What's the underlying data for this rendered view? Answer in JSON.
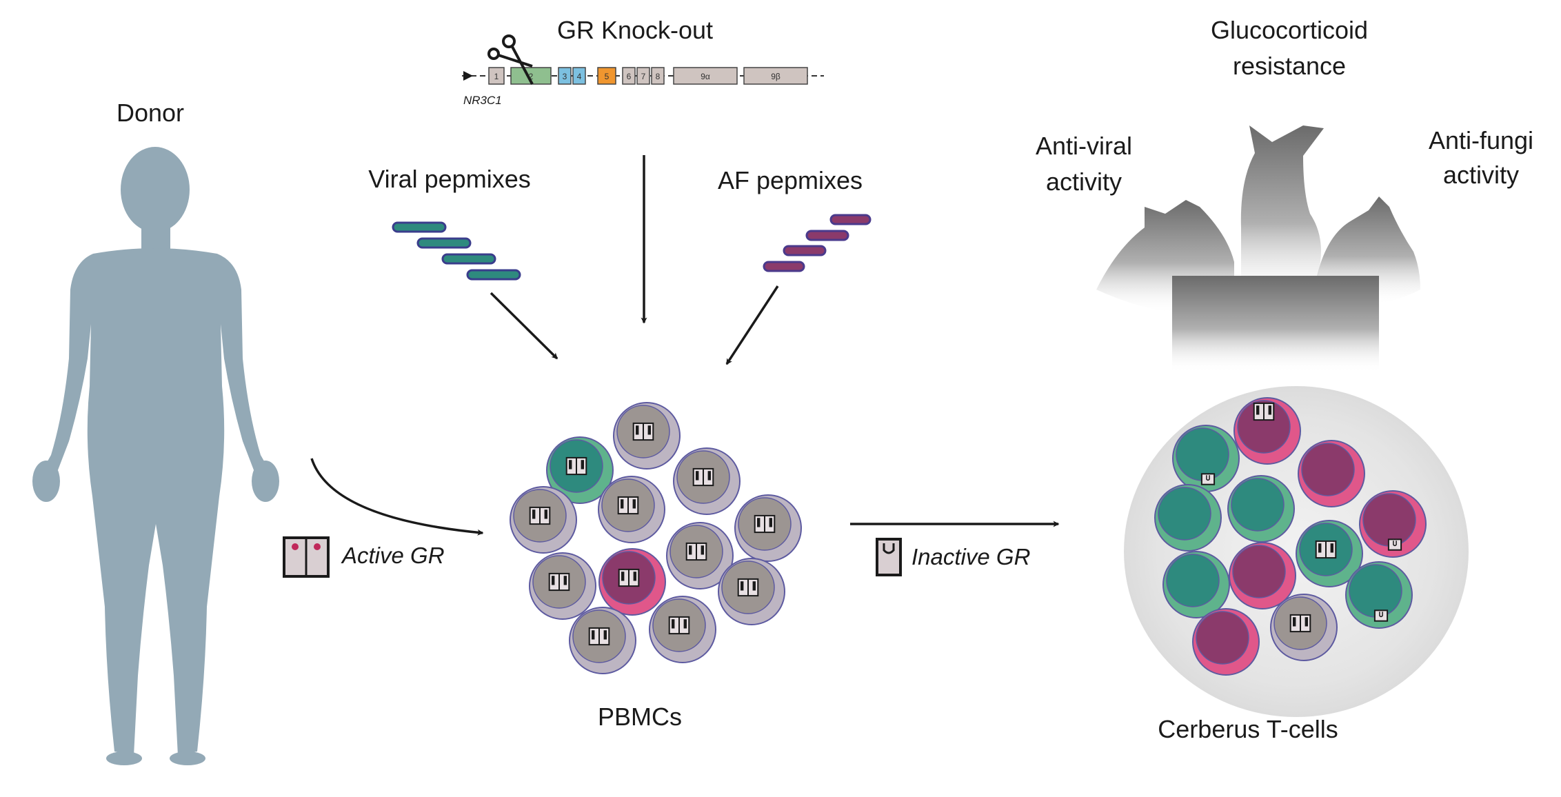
{
  "labels": {
    "donor": "Donor",
    "gr_knockout": "GR Knock-out",
    "gene_name": "NR3C1",
    "viral_pepmixes": "Viral pepmixes",
    "af_pepmixes": "AF pepmixes",
    "active_gr": "Active GR",
    "inactive_gr": "Inactive GR",
    "pbmcs": "PBMCs",
    "glucocorticoid_resistance_line1": "Glucocorticoid",
    "glucocorticoid_resistance_line2": "resistance",
    "anti_viral_line1": "Anti-viral",
    "anti_viral_line2": "activity",
    "anti_fungi_line1": "Anti-fungi",
    "anti_fungi_line2": "activity",
    "cerberus": "Cerberus T-cells"
  },
  "exons": [
    "1",
    "2",
    "3",
    "4",
    "5",
    "6",
    "7",
    "8",
    "9α",
    "9β"
  ],
  "colors": {
    "donor": "#93a9b6",
    "teal": "#2e8a7e",
    "teal_outer": "#5fb38c",
    "magenta": "#8b3a6b",
    "magenta_outer": "#e0578a",
    "grey_inner": "#9c9592",
    "grey_outer": "#bdb5c2",
    "cell_stroke": "#5d5aa0",
    "exon_green": "#8fbf8f",
    "exon_blue": "#7cc0e0",
    "exon_orange": "#f0962f",
    "exon_grey": "#cfc4c0",
    "arrow": "#1a1a1a"
  }
}
